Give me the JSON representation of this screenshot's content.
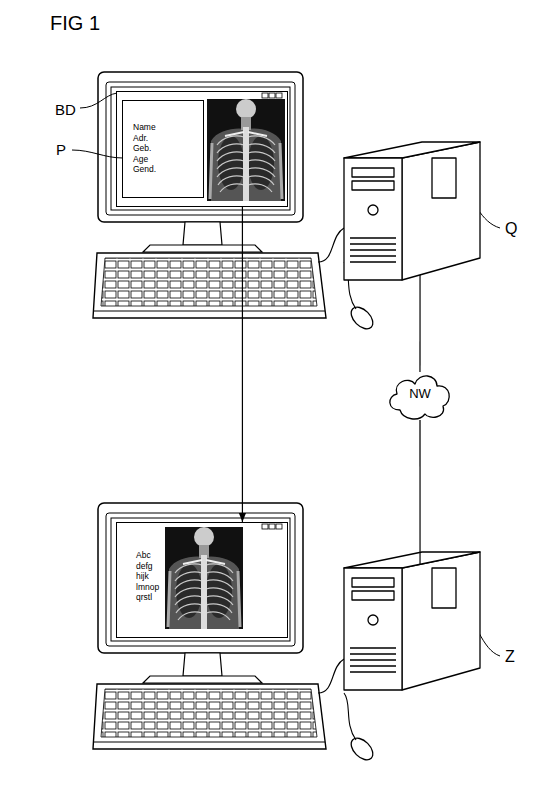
{
  "diagram": {
    "title": "FIG 1",
    "nodes": [
      {
        "text": [
          "BD"
        ]
      },
      {
        "text": [
          "P",
          "Name Adr. Geb. Age Gend."
        ],
        "in": 0
      },
      {
        "text": [
          "Q"
        ]
      },
      {
        "text": [
          "NW"
        ]
      },
      {
        "text": [
          "Abc defg hijk lmnop qrstl"
        ]
      },
      {
        "text": [
          "Z"
        ]
      }
    ],
    "edges": [
      {
        "from": 0,
        "to": 4,
        "arrow": "to"
      },
      {
        "from": 2,
        "to": 3,
        "arrow": "none"
      },
      {
        "from": 3,
        "to": 5,
        "arrow": "none"
      }
    ]
  }
}
